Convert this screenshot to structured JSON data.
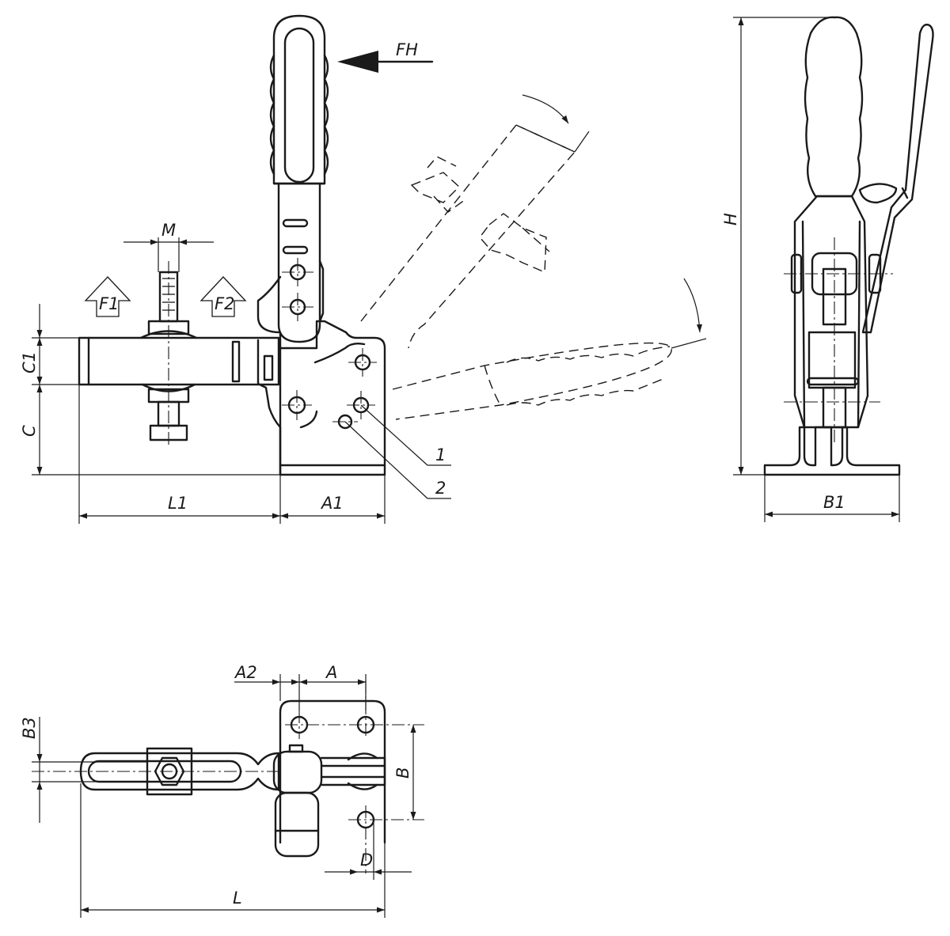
{
  "labels": {
    "fh": "FH",
    "m": "M",
    "f1": "F1",
    "f2": "F2",
    "c1": "C1",
    "c": "C",
    "l1": "L1",
    "a1": "A1",
    "callout_1": "1",
    "callout_2": "2",
    "h": "H",
    "b1": "B1",
    "a2": "A2",
    "a": "A",
    "b3": "B3",
    "b": "B",
    "d": "D",
    "l": "L"
  }
}
